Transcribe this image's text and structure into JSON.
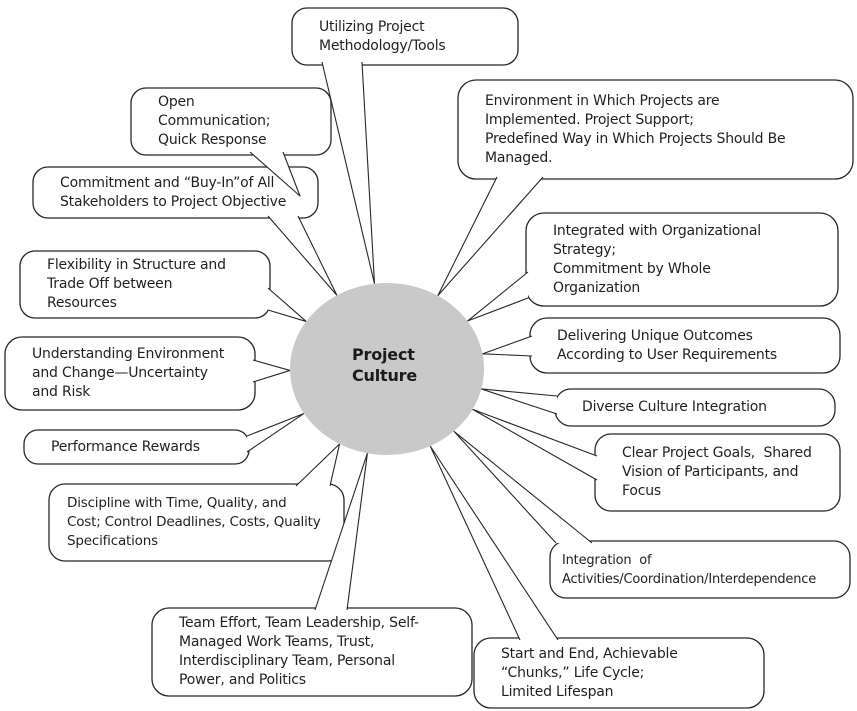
{
  "diagram_title": "Project Culture",
  "center": {
    "label": "Project\nCulture"
  },
  "colors": {
    "center_fill": "#c9c9c9",
    "bubble_fill": "#ffffff",
    "stroke": "#2a2627",
    "text": "#231f20"
  },
  "bubbles": [
    {
      "id": "utilizing-project-methodology",
      "text": "Utilizing Project\nMethodology/Tools"
    },
    {
      "id": "environment-project-support",
      "text": "Environment in Which Projects are\nImplemented. Project Support;\nPredefined Way in Which Projects Should Be\nManaged."
    },
    {
      "id": "open-communication",
      "text": "Open\nCommunication;\nQuick Response"
    },
    {
      "id": "commitment-buy-in",
      "text": "Commitment and “Buy-In”of All\nStakeholders to Project Objective"
    },
    {
      "id": "integrated-organizational-strategy",
      "text": "Integrated with Organizational\nStrategy;\nCommitment by Whole\nOrganization"
    },
    {
      "id": "flexibility-structure",
      "text": "Flexibility in Structure and\nTrade Off between\nResources"
    },
    {
      "id": "delivering-unique-outcomes",
      "text": "Delivering Unique Outcomes\nAccording to User Requirements"
    },
    {
      "id": "understanding-environment-change",
      "text": "Understanding Environment\nand Change—Uncertainty\nand Risk"
    },
    {
      "id": "diverse-culture-integration",
      "text": "Diverse Culture Integration"
    },
    {
      "id": "performance-rewards",
      "text": "Performance Rewards"
    },
    {
      "id": "clear-project-goals",
      "text": "Clear Project Goals,  Shared\nVision of Participants, and\nFocus"
    },
    {
      "id": "discipline-time-quality-cost",
      "text": "Discipline with Time, Quality, and\nCost; Control Deadlines, Costs, Quality\nSpecifications"
    },
    {
      "id": "integration-of-activities",
      "text": "Integration  of\nActivities/Coordination/Interdependence"
    },
    {
      "id": "team-effort-leadership",
      "text": "Team Effort, Team Leadership, Self-\nManaged Work Teams, Trust,\nInterdisciplinary Team, Personal\nPower, and Politics"
    },
    {
      "id": "start-end-achievable-chunks",
      "text": "Start and End, Achievable\n“Chunks,” Life Cycle;\nLimited Lifespan"
    }
  ]
}
